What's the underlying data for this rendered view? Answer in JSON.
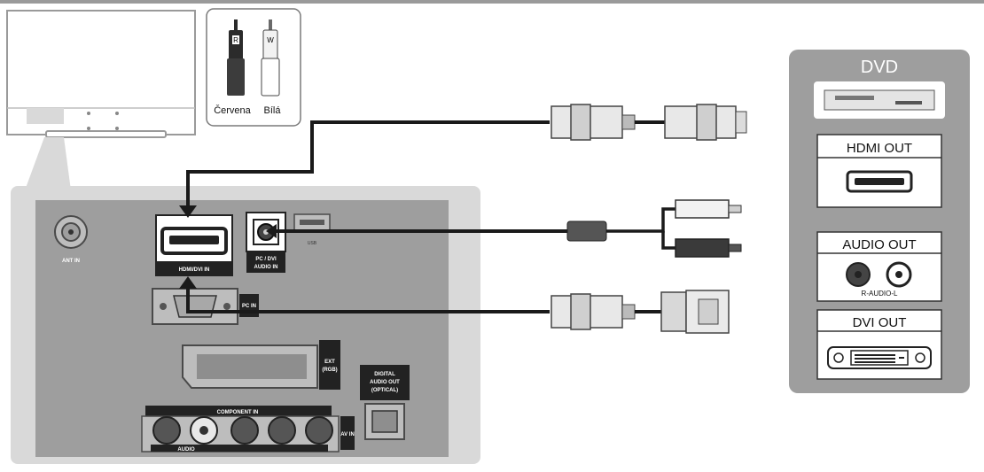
{
  "colors": {
    "panel_gray": "#9e9e9e",
    "panel_light": "#d9d9d9",
    "cable": "#1a1a1a",
    "red_plug": "#2b2b2b",
    "white_plug": "#f2f2f2"
  },
  "legend": {
    "red_letter": "R",
    "white_letter": "W",
    "red_label": "Červena",
    "white_label": "Bílá"
  },
  "tv_panel": {
    "ant_in": "ANT IN",
    "hdmi_dvi_in": "HDMI/DVI IN",
    "pc_dvi_audio_in_1": "PC / DVI",
    "pc_dvi_audio_in_2": "AUDIO IN",
    "usb": "USB",
    "pc_in": "PC IN",
    "ext_rgb_1": "EXT",
    "ext_rgb_2": "(RGB)",
    "digital_audio_1": "DIGITAL",
    "digital_audio_2": "AUDIO OUT",
    "digital_audio_3": "(OPTICAL)",
    "component_in": "COMPONENT IN",
    "audio_lr": "AUDIO",
    "av_in": "AV IN"
  },
  "dvd": {
    "title": "DVD",
    "hdmi_out": "HDMI OUT",
    "audio_out": "AUDIO OUT",
    "audio_channels": "R-AUDIO-L",
    "dvi_out": "DVI OUT"
  }
}
